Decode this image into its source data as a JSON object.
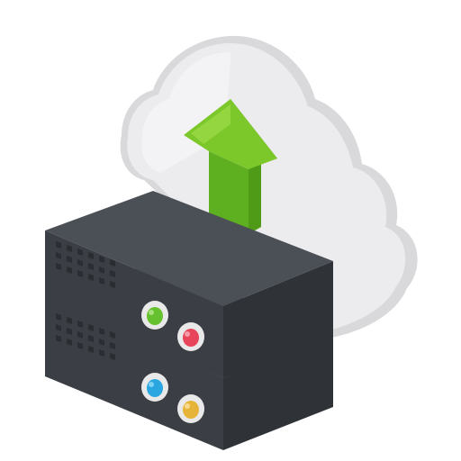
{
  "illustration": {
    "subject": "cloud-upload-server-icon",
    "parts": [
      "cloud",
      "upload-arrow",
      "server-stack"
    ]
  },
  "colors": {
    "background": "#ffffff",
    "cloud_light": "#ececee",
    "cloud_shadow": "#d6d6d9",
    "arrow_light": "#7cc72a",
    "arrow_dark": "#4f9a17",
    "server_top": "#4b4f56",
    "server_front": "#3b3f45",
    "server_side": "#2f3237",
    "vent": "#2a2d31",
    "led_green": "#65c12d",
    "led_red": "#e8455a",
    "led_blue": "#2aa7e0",
    "led_yellow": "#e7b43a",
    "led_ring": "#e9e9ea"
  },
  "server_units": 2,
  "indicators": [
    {
      "unit": "top",
      "colors": [
        "green",
        "red"
      ]
    },
    {
      "unit": "bottom",
      "colors": [
        "blue",
        "yellow"
      ]
    }
  ]
}
